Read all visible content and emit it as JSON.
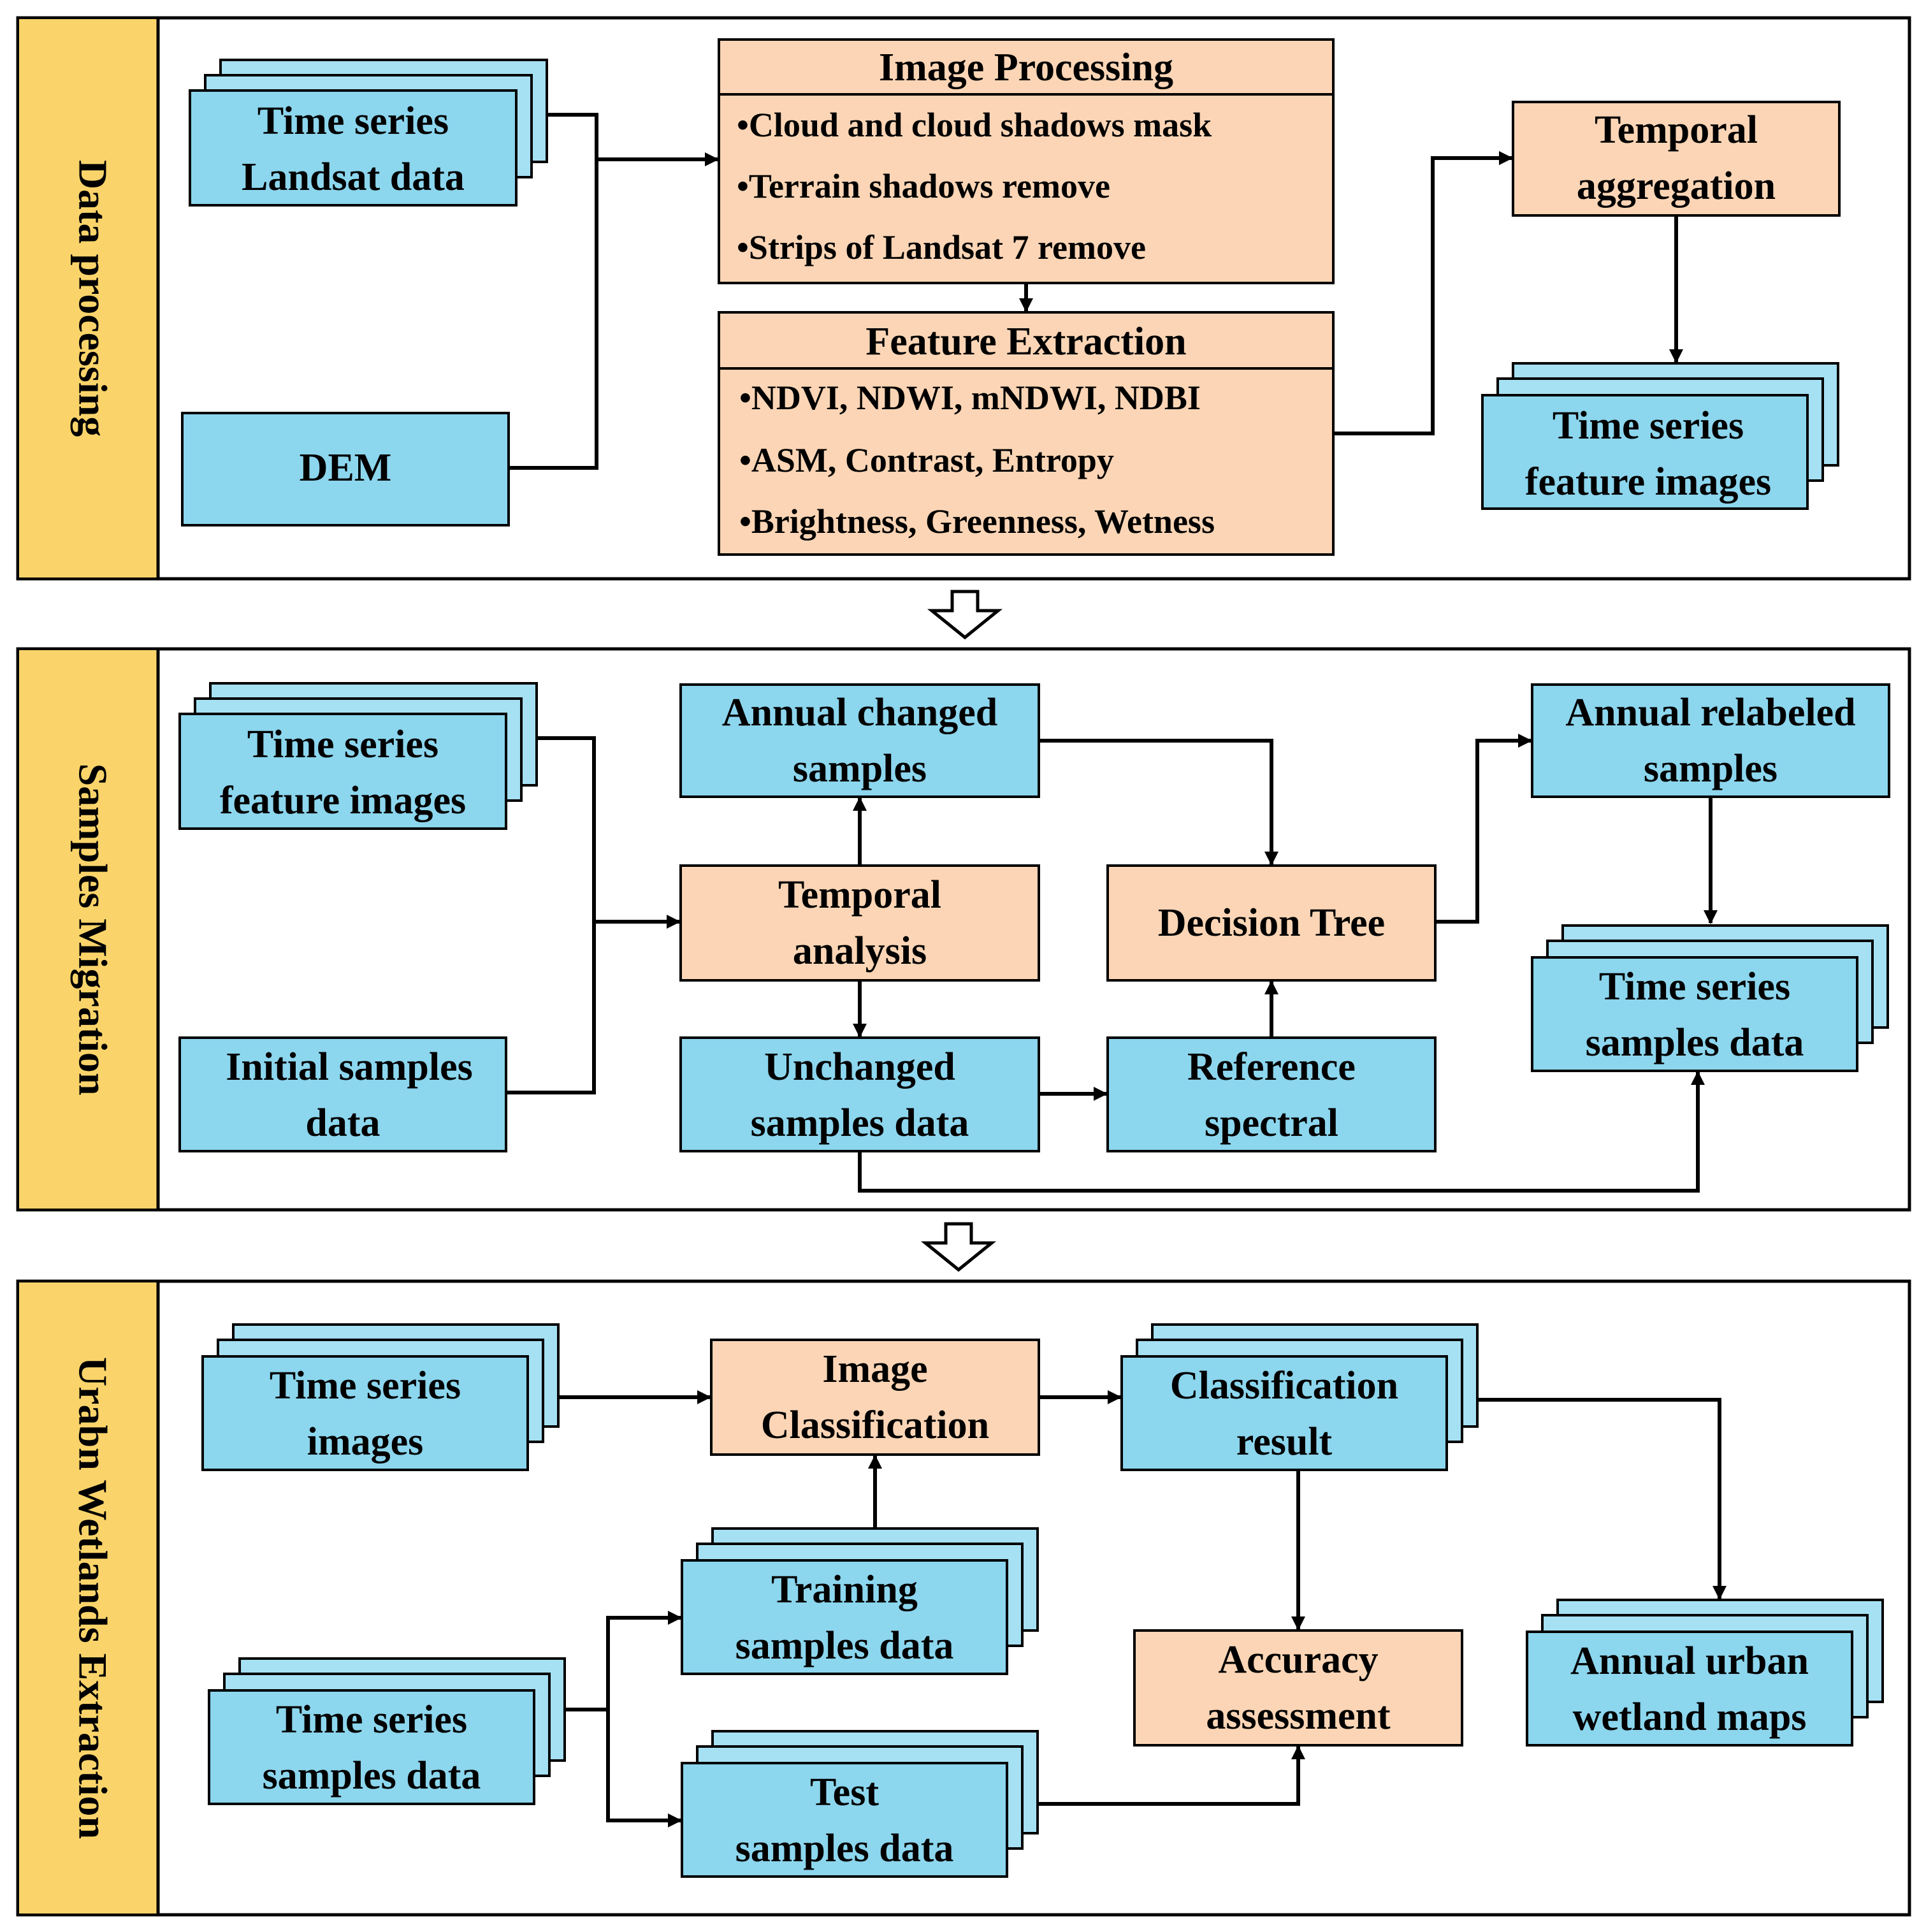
{
  "sections": {
    "data_processing": "Data processing",
    "samples_migration": "Samples Migration",
    "wetlands_extraction": "Urabn Wetlands Extraction"
  },
  "p1": {
    "landsat": [
      "Time series",
      "Landsat data"
    ],
    "dem": "DEM",
    "image_processing": {
      "title": "Image Processing",
      "items": [
        "•Cloud and cloud shadows mask",
        "•Terrain shadows remove",
        "•Strips of Landsat 7 remove"
      ]
    },
    "feature_extraction": {
      "title": "Feature Extraction",
      "items": [
        "•NDVI, NDWI, mNDWI, NDBI",
        "•ASM, Contrast, Entropy",
        "•Brightness, Greenness, Wetness"
      ]
    },
    "temporal_aggregation": [
      "Temporal",
      "aggregation"
    ],
    "feature_images": [
      "Time series",
      "feature images"
    ]
  },
  "p2": {
    "feature_images": [
      "Time series",
      "feature images"
    ],
    "initial_samples": [
      "Initial samples",
      "data"
    ],
    "annual_changed": [
      "Annual changed",
      "samples"
    ],
    "temporal_analysis": [
      "Temporal",
      "analysis"
    ],
    "unchanged": [
      "Unchanged",
      "samples data"
    ],
    "decision_tree": "Decision Tree",
    "reference_spectral": [
      "Reference",
      "spectral"
    ],
    "annual_relabeled": [
      "Annual relabeled",
      "samples"
    ],
    "samples_data": [
      "Time series",
      "samples data"
    ]
  },
  "p3": {
    "images": [
      "Time series",
      "images"
    ],
    "image_classification": [
      "Image",
      "Classification"
    ],
    "classification_result": [
      "Classification",
      "result"
    ],
    "training": [
      "Training",
      "samples data"
    ],
    "test": [
      "Test",
      "samples data"
    ],
    "samples_data": [
      "Time series",
      "samples data"
    ],
    "accuracy": [
      "Accuracy",
      "assessment"
    ],
    "wetland_maps": [
      "Annual urban",
      "wetland maps"
    ]
  },
  "colors": {
    "blue_box": "#8cd6ee",
    "orange_box": "#fbd5b5",
    "section_band": "#fad46a"
  }
}
